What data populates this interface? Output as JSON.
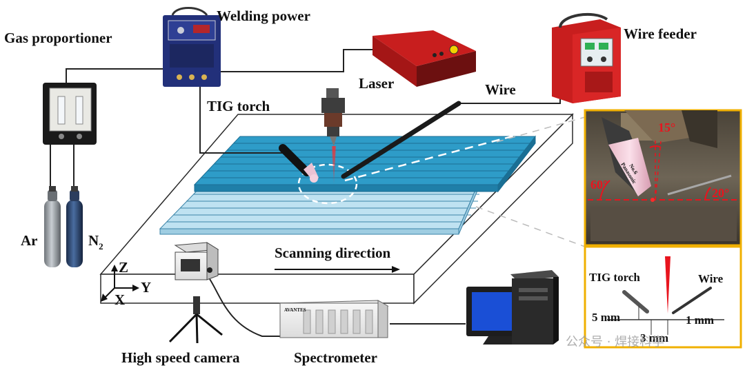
{
  "labels": {
    "gas_proportioner": "Gas proportioner",
    "welding_power": "Welding power",
    "laser": "Laser",
    "wire": "Wire",
    "wire_feeder": "Wire feeder",
    "tig_torch": "TIG torch",
    "ar": "Ar",
    "n2_base": "N",
    "n2_sub": "2",
    "scanning_direction": "Scanning direction",
    "axis_z": "Z",
    "axis_y": "Y",
    "axis_x": "X",
    "high_speed_camera": "High speed camera",
    "spectrometer": "Spectrometer"
  },
  "photo_inset": {
    "angle_15": "15°",
    "angle_60": "60°",
    "angle_20": "20°",
    "nozzle_text_1": "Panasonic",
    "nozzle_text_2": "No.6"
  },
  "schematic_inset": {
    "tig_torch": "TIG torch",
    "wire": "Wire",
    "dim_5mm": "5 mm",
    "dim_1mm": "1 mm",
    "dim_3mm": "3 mm"
  },
  "spectrometer_brand": "AVANTES",
  "watermark": "公众号 · 焊接科学",
  "colors": {
    "inset_border": "#f0b000",
    "plate_blue": "#2e9cc8",
    "laser_red": "#e8141e",
    "device_red": "#c81e1e",
    "cable": "#222222"
  }
}
